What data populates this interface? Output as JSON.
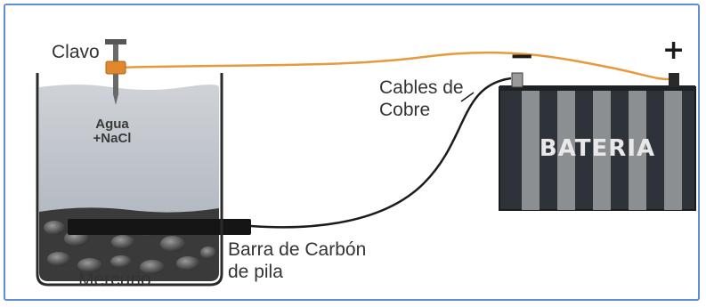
{
  "labels": {
    "nail": "Clavo",
    "cables_line1": "Cables de",
    "cables_line2": "Cobre",
    "water_line1": "Agua",
    "water_line2": "+NaCl",
    "battery": "BATERIA",
    "carbon_line1": "Barra de Carbón",
    "carbon_line2": "de pila",
    "mercury": "Mercurio",
    "minus": "−",
    "plus": "+"
  },
  "colors": {
    "frame_border": "#5d8fd2",
    "copper_wire": "#e79a3c",
    "black_wire": "#1c1c1c",
    "battery_body": "#2e3339",
    "battery_stripe": "#8c8f92",
    "water": "#b3b9c1",
    "mercury": "#3c3c3c",
    "nail_clamp": "#e1882c"
  },
  "icons": {
    "nail": "nail-icon",
    "beaker": "beaker-icon",
    "battery": "battery-icon",
    "carbon_rod": "carbon-rod-icon"
  }
}
